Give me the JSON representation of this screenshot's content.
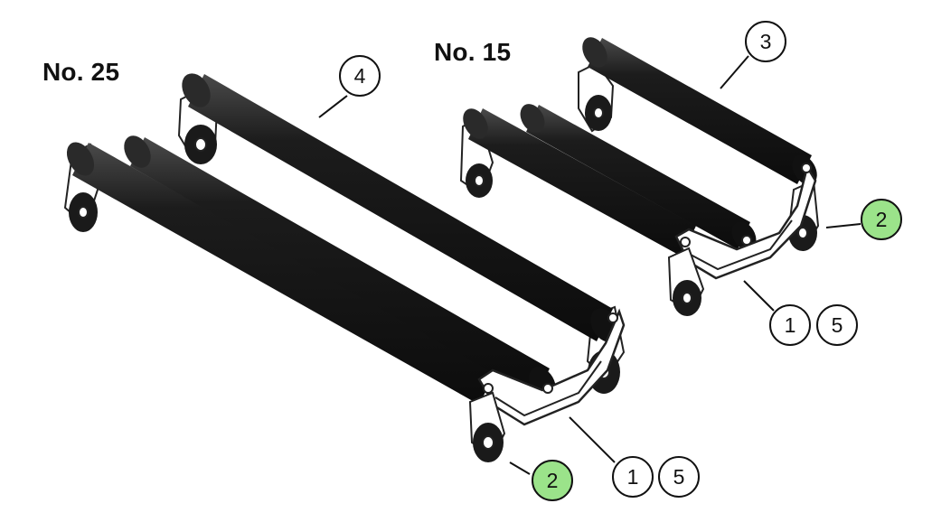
{
  "models": [
    {
      "id": "no25",
      "title": "No. 25"
    },
    {
      "id": "no15",
      "title": "No. 15"
    }
  ],
  "callouts": {
    "c4": "4",
    "c3": "3",
    "c2_left": "2",
    "c2_right": "2",
    "c1_left": "1",
    "c5_left": "5",
    "c1_right": "1",
    "c5_right": "5"
  },
  "colors": {
    "roller": "#1a1a1a",
    "roller_highlight": "#5a5a5a",
    "frame": "#222222",
    "highlight_callout": "#9be38a",
    "callout_stroke": "#111111",
    "background": "#ffffff"
  }
}
